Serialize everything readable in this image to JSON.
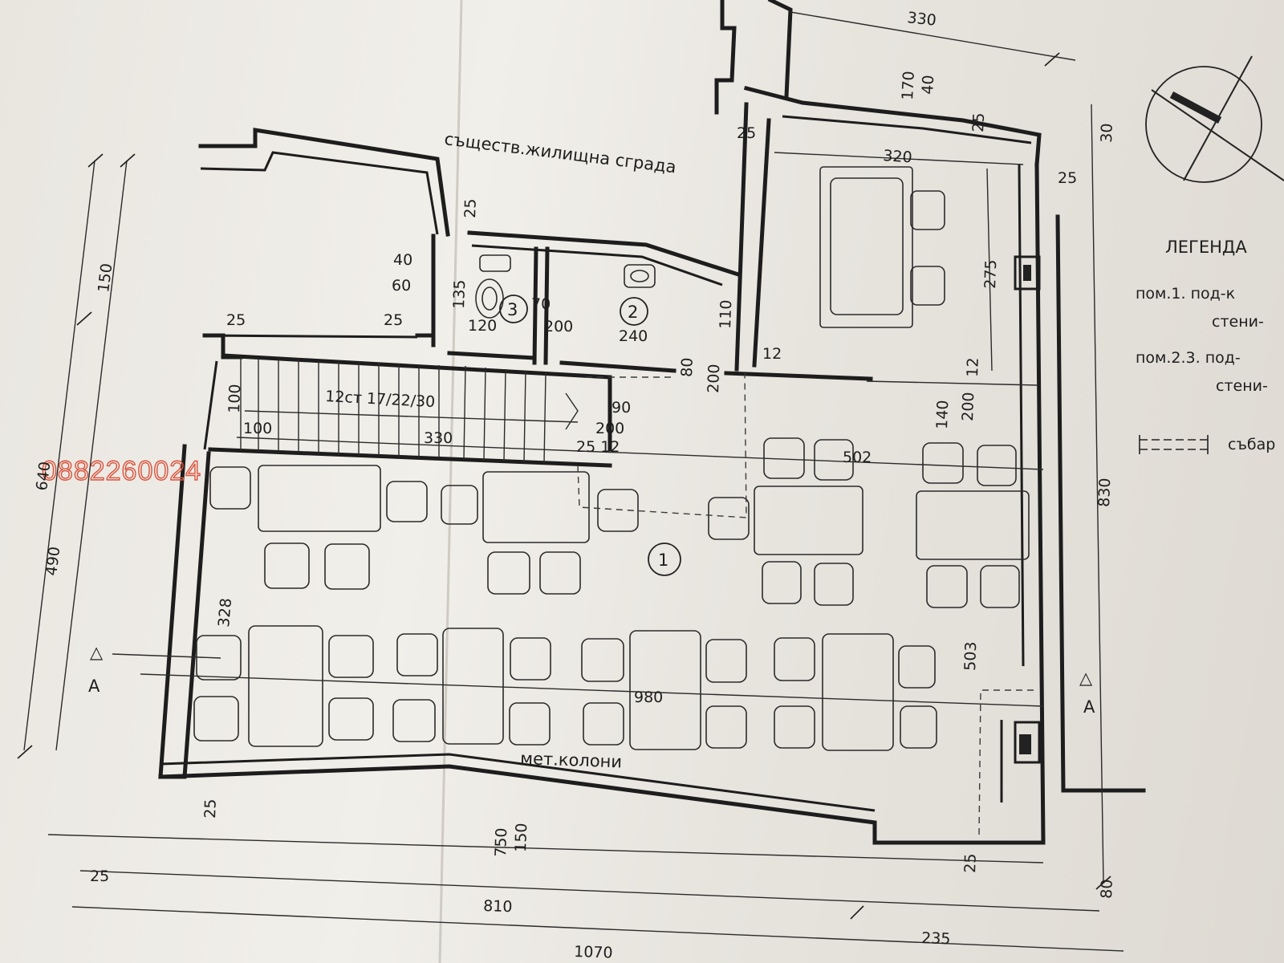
{
  "building_label": "съществ.жилищна сграда",
  "columns_label": "мет.колони",
  "watermark": "0882260024",
  "rooms": [
    "1",
    "2",
    "3"
  ],
  "section_mark": {
    "triangle": "△",
    "letter": "A"
  },
  "stair_label": "12ст 17/22/30",
  "legend": {
    "title": "ЛЕГЕНДА",
    "line1": "пом.1. под-к",
    "line2": "стени-",
    "line3": "пом.2.3. под-",
    "line4": "стени-",
    "line5": "събар"
  },
  "dims": {
    "d330_top": "330",
    "d170": "170",
    "d40_top": "40",
    "d25_r1": "25",
    "d30": "30",
    "d25_top": "25",
    "d320": "320",
    "d25_r2": "25",
    "d25_toilet": "25",
    "d275": "275",
    "d40": "40",
    "d60": "60",
    "d135": "135",
    "d70": "70",
    "d25_l": "25",
    "d120": "120",
    "d200_a": "200",
    "d240": "240",
    "d110": "110",
    "d12_a": "12",
    "d80": "80",
    "d200_b": "200",
    "d12_b": "12",
    "d140": "140",
    "d200_c": "200",
    "d150": "150",
    "d25_stair": "25",
    "d100_v": "100",
    "d100_h": "100",
    "d330_stair": "330",
    "d90": "90",
    "d200_d": "200",
    "d25_12": "25  12",
    "d502": "502",
    "d640": "640",
    "d490": "490",
    "d328": "328",
    "d830": "830",
    "d503": "503",
    "d980": "980",
    "d25_bl": "25",
    "d750": "750",
    "d150_b": "150",
    "d25_br": "25",
    "d80_b": "80",
    "d25_bot": "25",
    "d810": "810",
    "d1070": "1070",
    "d235": "235"
  }
}
